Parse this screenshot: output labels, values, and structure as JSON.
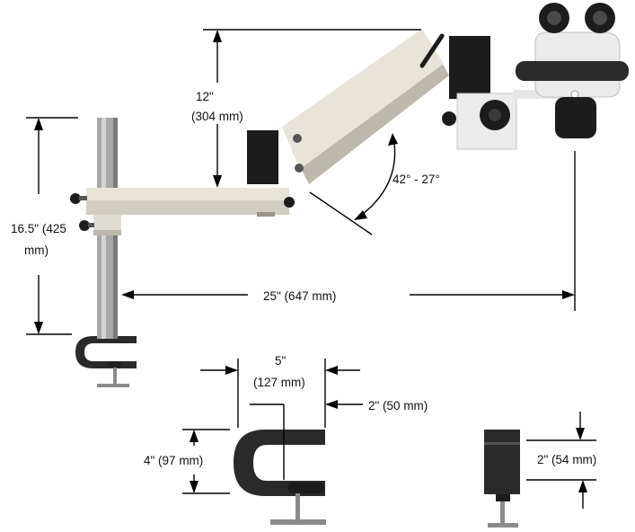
{
  "colors": {
    "background": "#ffffff",
    "arm_cream": "#e8e4da",
    "arm_shade": "#bdb8ad",
    "black_parts": "#1c1c1c",
    "steel": "#a8a8a8",
    "steel_dark": "#6f6f6f",
    "clamp_dark": "#2a2a2a",
    "line_color": "#000000"
  },
  "dimensions": {
    "pole_height": {
      "line1": "16.5\" (425",
      "line2": "mm)"
    },
    "arm_rise": {
      "line1": "12\"",
      "line2": "(304 mm)"
    },
    "arm_angle": {
      "text": "42° - 27°"
    },
    "reach": {
      "text": "25\" (647 mm)"
    },
    "clamp_opening": {
      "line1": "5\"",
      "line2": "(127 mm)"
    },
    "clamp_thickness": {
      "text": "2\" (50 mm)"
    },
    "clamp_depth": {
      "text": "4\" (97 mm)"
    },
    "clamp_side_width": {
      "text": "2\" (54 mm)"
    }
  }
}
